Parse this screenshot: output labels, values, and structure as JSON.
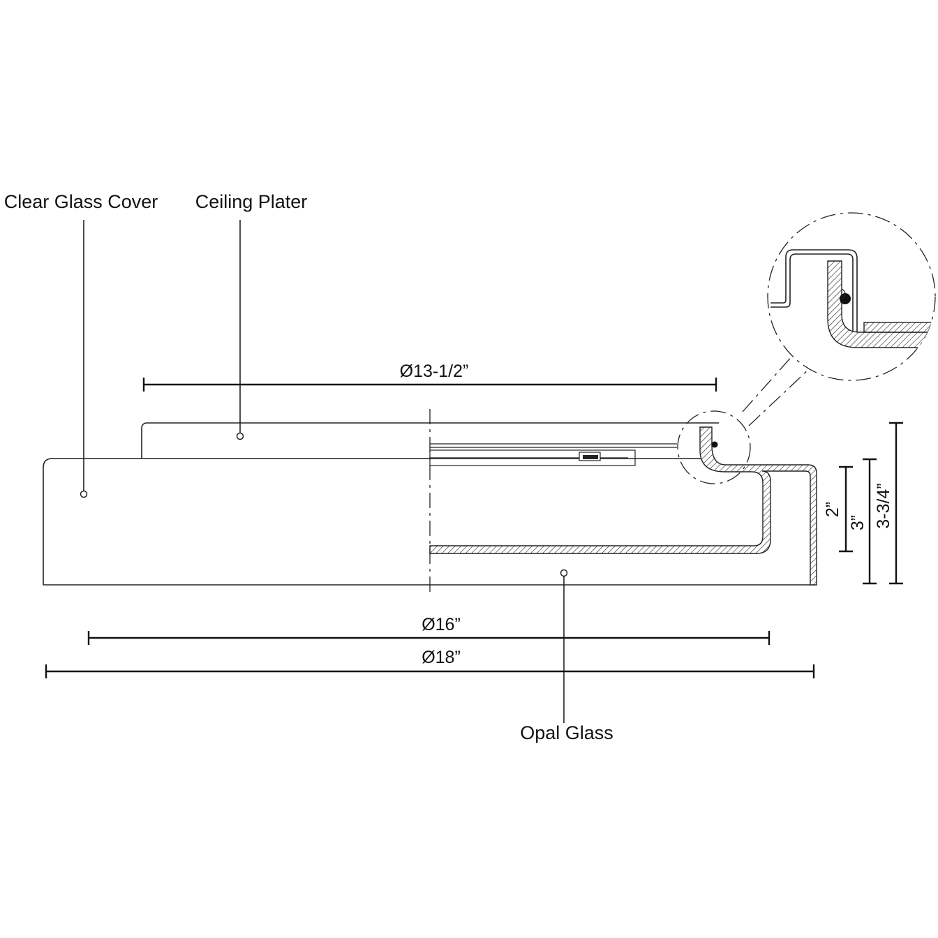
{
  "callouts": {
    "clear_glass_cover": "Clear Glass Cover",
    "ceiling_plater": "Ceiling Plater",
    "opal_glass": "Opal Glass"
  },
  "dimensions": {
    "canopy_diameter": "Ø13-1/2”",
    "opal_diameter": "Ø16”",
    "overall_diameter": "Ø18”",
    "opal_height": "2”",
    "cover_height": "3”",
    "overall_height": "3-3/4”"
  },
  "colors": {
    "line": "#222222",
    "background": "#ffffff"
  }
}
